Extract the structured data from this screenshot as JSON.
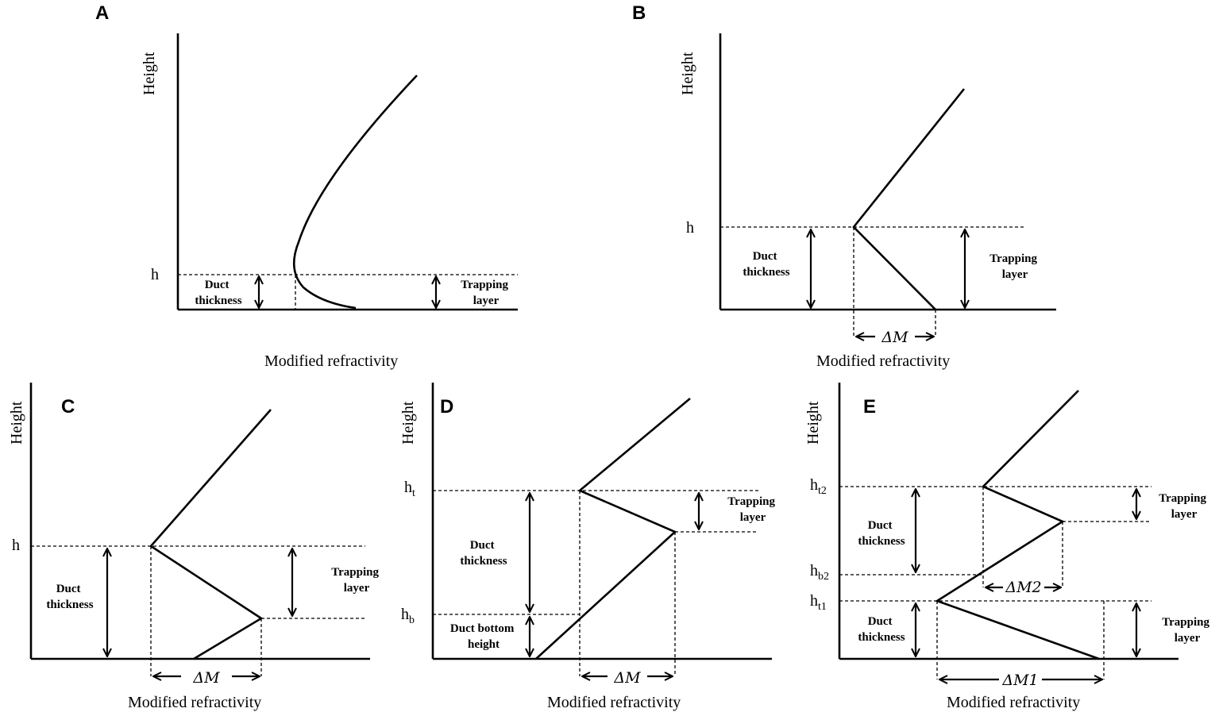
{
  "common": {
    "y_axis_label": "Height",
    "x_axis_label": "Modified refractivity",
    "duct_thickness": [
      "Duct",
      "thickness"
    ],
    "trapping_layer": [
      "Trapping",
      "layer"
    ]
  },
  "panel_a": {
    "label": "A",
    "h": "h"
  },
  "panel_b": {
    "label": "B",
    "h": "h",
    "delta": "ΔM"
  },
  "panel_c": {
    "label": "C",
    "h": "h",
    "delta": "ΔM"
  },
  "panel_d": {
    "label": "D",
    "ht": "h",
    "ht_sub": "t",
    "hb": "h",
    "hb_sub": "b",
    "delta": "ΔM",
    "duct_bottom": [
      "Duct bottom",
      "height"
    ]
  },
  "panel_e": {
    "label": "E",
    "ht2": "h",
    "ht2_sub": "t2",
    "hb2": "h",
    "hb2_sub": "b2",
    "ht1": "h",
    "ht1_sub": "t1",
    "delta2": "ΔM2",
    "delta1": "ΔM1"
  }
}
